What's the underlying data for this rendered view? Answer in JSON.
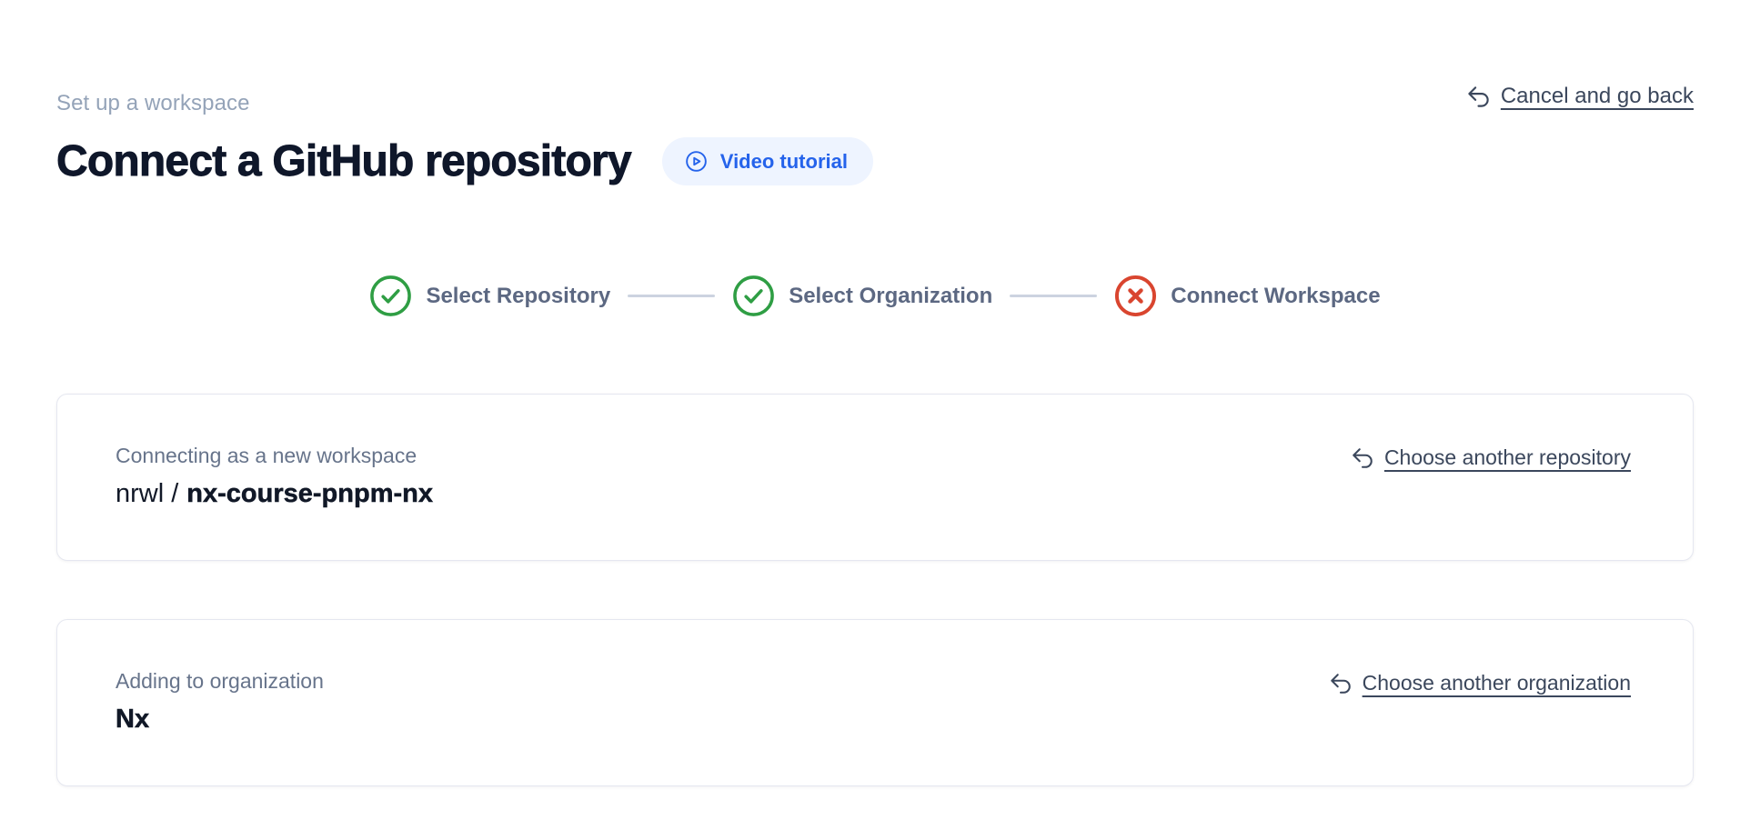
{
  "page": {
    "eyebrow": "Set up a workspace",
    "title": "Connect a GitHub repository",
    "video_tutorial_label": "Video tutorial",
    "cancel_label": "Cancel and go back"
  },
  "stepper": {
    "steps": [
      {
        "label": "Select Repository",
        "status": "complete",
        "icon": "check-circle-icon"
      },
      {
        "label": "Select Organization",
        "status": "complete",
        "icon": "check-circle-icon"
      },
      {
        "label": "Connect Workspace",
        "status": "error",
        "icon": "x-circle-icon"
      }
    ]
  },
  "cards": {
    "repository": {
      "label": "Connecting as a new workspace",
      "owner": "nrwl /",
      "repo_name": "nx-course-pnpm-nx",
      "action_label": "Choose another repository"
    },
    "organization": {
      "label": "Adding to organization",
      "org_name": "Nx",
      "action_label": "Choose another organization"
    }
  },
  "icons": {
    "video_tutorial": "play-circle-icon",
    "back_links": "undo-arrow-icon"
  },
  "colors": {
    "accent_blue": "#2563eb",
    "pill_background": "#eef4ff",
    "success_green": "#2f9e44",
    "error_red": "#d9452f",
    "title_text": "#0f172a",
    "muted_text": "#94a3b8",
    "step_label_text": "#5c6882",
    "link_text": "#3b475c",
    "card_border": "#e5e7f0",
    "connector_line": "#ccd3e0"
  }
}
